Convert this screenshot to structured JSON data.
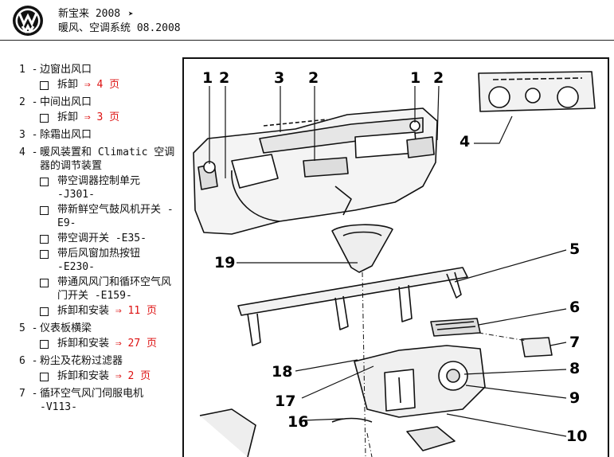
{
  "header": {
    "title": "新宝来 2008",
    "title_arrow": "➤",
    "subtitle": "暖风、空调系统 08.2008"
  },
  "items": [
    {
      "num": "1 -",
      "title": "边窗出风口",
      "subs": [
        {
          "text": "拆卸",
          "ref": "⇒ 4 页"
        }
      ]
    },
    {
      "num": "2 -",
      "title": "中间出风口",
      "subs": [
        {
          "text": "拆卸",
          "ref": "⇒ 3 页"
        }
      ]
    },
    {
      "num": "3 -",
      "title": "除霜出风口",
      "subs": []
    },
    {
      "num": "4 -",
      "title": "暖风装置和 Climatic 空调器的调节装置",
      "subs": [
        {
          "text": "带空调器控制单元",
          "code": "-J301-"
        },
        {
          "text": "带新鲜空气鼓风机开关 -E9-"
        },
        {
          "text": "带空调开关 -E35-"
        },
        {
          "text": "带后风窗加热按钮",
          "code": "-E230-"
        },
        {
          "text": "带通风风门和循环空气风门开关 -E159-"
        },
        {
          "text": "拆卸和安装",
          "ref": "⇒ 11 页"
        }
      ]
    },
    {
      "num": "5 -",
      "title": "仪表板横梁",
      "subs": [
        {
          "text": "拆卸和安装",
          "ref": "⇒ 27 页"
        }
      ]
    },
    {
      "num": "6 -",
      "title": "粉尘及花粉过滤器",
      "subs": [
        {
          "text": "拆卸和安装",
          "ref": "⇒ 2 页"
        }
      ]
    },
    {
      "num": "7 -",
      "title": "循环空气风门伺服电机",
      "code": "-V113-",
      "subs": []
    }
  ],
  "figure": {
    "callouts": [
      "1",
      "2",
      "3",
      "2",
      "1",
      "2",
      "4",
      "5",
      "19",
      "6",
      "7",
      "18",
      "8",
      "17",
      "9",
      "16",
      "10"
    ]
  }
}
